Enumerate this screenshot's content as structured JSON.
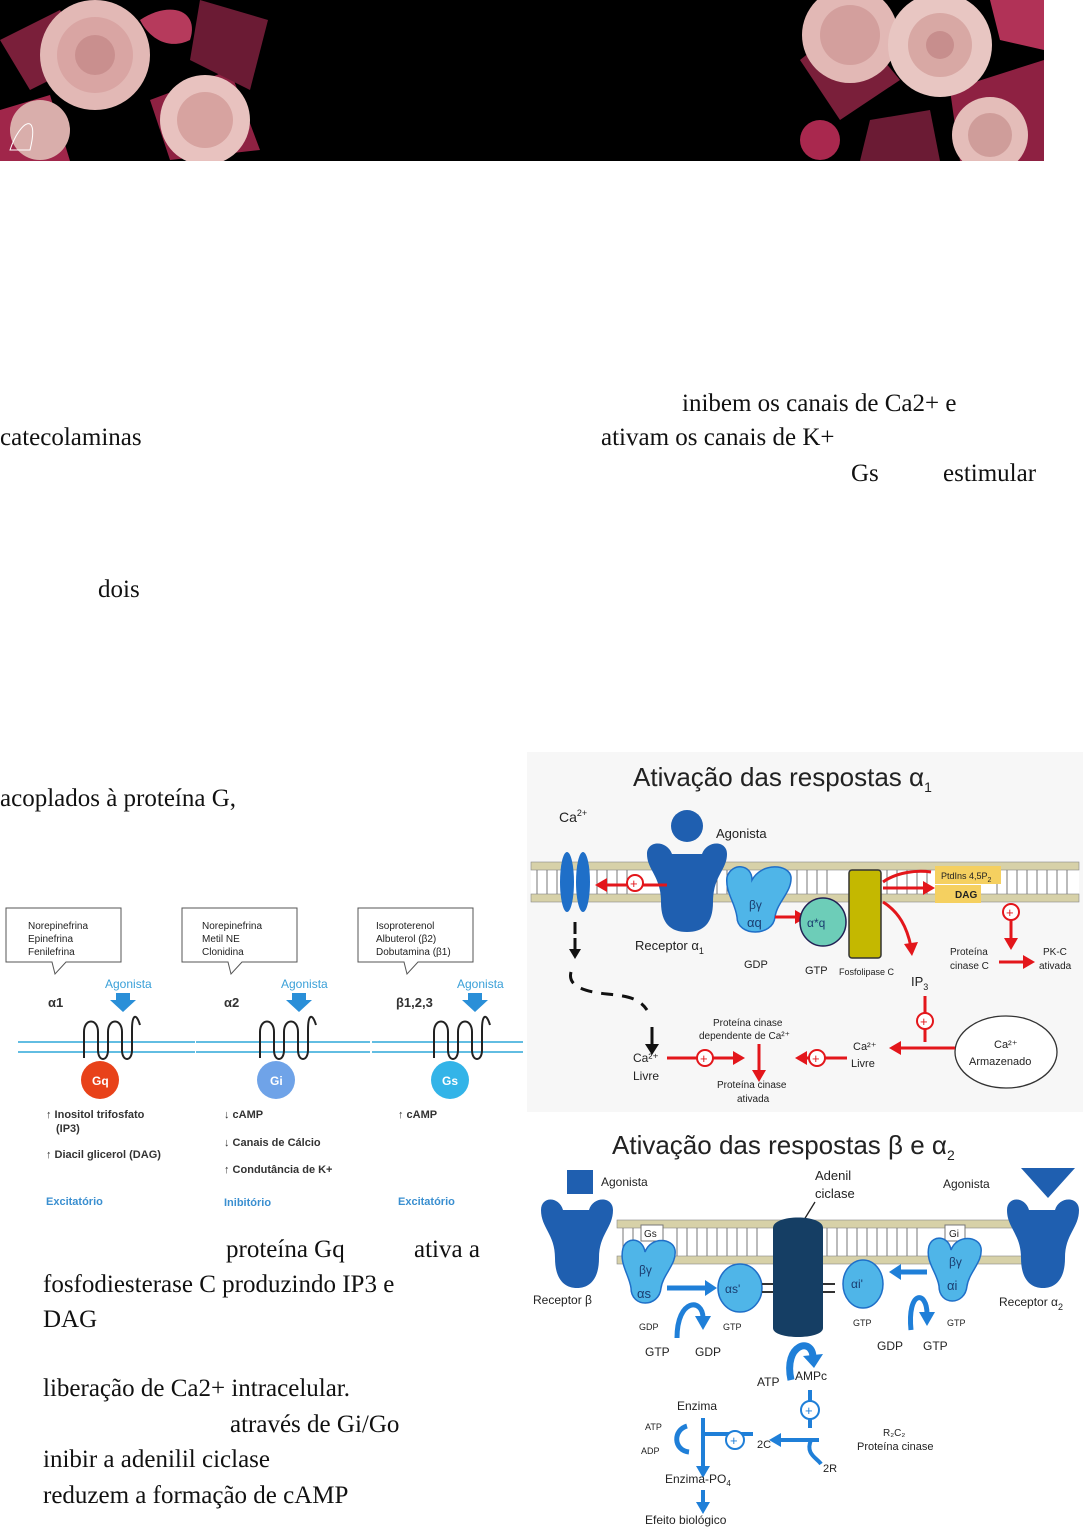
{
  "text_fragments": {
    "line1": "inibem   os   canais   de   Ca2+   e",
    "catecolaminas": "catecolaminas",
    "line2": "ativam os canais de K+",
    "gs": "Gs",
    "estimular": "estimular",
    "dois": "dois",
    "acoplados": "acoplados à proteína G,"
  },
  "lower_text": {
    "gq": "proteína Gq",
    "ativa": "ativa a",
    "fosfo": "fosfodiesterase   C   produzindo   IP3   e",
    "dag": "DAG",
    "liberacao": "liberação de Ca2+ intracelular.",
    "gigo": "através  de  Gi/Go",
    "inibir": "inibir  a  adenilil  ciclase",
    "reduzem": "reduzem   a   formação   de   cAMP"
  },
  "receptor_figure": {
    "panels": [
      {
        "agonists": [
          "Norepinefrina",
          "Epinefrina",
          "Fenilefrina"
        ],
        "agonist_label": "Agonista",
        "receptor": "α1",
        "gprotein": "Gq",
        "color": "#e8421a",
        "effects": [
          "↑ Inositol trifosfato",
          "(IP3)",
          "↑ Diacil glicerol (DAG)"
        ],
        "type": "Excitatório"
      },
      {
        "agonists": [
          "Norepinefrina",
          "Metil NE",
          "Clonidina"
        ],
        "agonist_label": "Agonista",
        "receptor": "α2",
        "gprotein": "Gi",
        "color": "#6fa3e8",
        "effects": [
          "↓ cAMP",
          "↓ Canais de Cálcio",
          "↑ Condutância de K+"
        ],
        "type": "Inibitório"
      },
      {
        "agonists": [
          "Isoproterenol",
          "Albuterol (β2)",
          "Dobutamina (β1)"
        ],
        "agonist_label": "Agonista",
        "receptor": "β1,2,3",
        "gprotein": "Gs",
        "color": "#33b4e8",
        "effects": [
          "↑ cAMP"
        ],
        "type": "Excitatório"
      }
    ]
  },
  "alpha1_figure": {
    "title": "Ativação das respostas α",
    "title_sub": "1",
    "ca": "Ca",
    "ca_sup": "2+",
    "agonista": "Agonista",
    "receptor": "Receptor α",
    "receptor_sub": "1",
    "beta_gamma": "βγ",
    "alpha_q": "αq",
    "alpha_q_active": "α*q",
    "gdp": "GDP",
    "gtp": "GTP",
    "fosfolipase": "Fosfolipase C",
    "ptdins": "PtdIns 4,5P",
    "ptdins_sub": "2",
    "dag": "DAG",
    "proteina_cinase_c": [
      "Proteína",
      "cinase C"
    ],
    "pkc": [
      "PK-C",
      "ativada"
    ],
    "ip": "IP",
    "ip_sub": "3",
    "pk_dep": [
      "Proteína cinase",
      "dependente de Ca²⁺"
    ],
    "ca_livre_left": [
      "Ca²⁺",
      "Livre"
    ],
    "ca_livre_right": [
      "Ca²⁺",
      "Livre"
    ],
    "ca_armazenado": [
      "Ca²⁺",
      "Armazenado"
    ],
    "pk_ativada": [
      "Proteína cinase",
      "ativada"
    ]
  },
  "beta_figure": {
    "title": "Ativação das respostas β e α",
    "title_sub": "2",
    "agonista_left": "Agonista",
    "agonista_right": "Agonista",
    "adenil": [
      "Adenil",
      "ciclase"
    ],
    "gs": "Gs",
    "gi": "Gi",
    "beta_gamma": "βγ",
    "alpha_s": "αs",
    "alpha_s_active": "αs'",
    "alpha_i_active": "αi'",
    "alpha_i": "αi",
    "receptor_beta": "Receptor β",
    "receptor_alpha": "Receptor α",
    "receptor_alpha_sub": "2",
    "gdp": "GDP",
    "gtp": "GTP",
    "atp": "ATP",
    "ampc": "AMPc",
    "enzima": "Enzima",
    "enzima_po4": "Enzima-PO",
    "enzima_po4_sub": "4",
    "adp": "ADP",
    "two_c": "2C",
    "two_r": "2R",
    "r2c2": "R₂C₂",
    "proteina_cinase": "Proteína cinase",
    "efeito": "Efeito biológico"
  }
}
